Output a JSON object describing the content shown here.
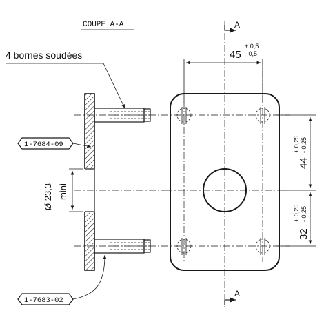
{
  "section_title": "COUPE A-A",
  "section_marker": "A",
  "terminals_label": "4 bornes soudées",
  "ref_top": "1-7684-09",
  "ref_bottom": "1-7683-02",
  "dim_width": {
    "value": "45",
    "tol_plus": "+ 0,5",
    "tol_minus": "- 0,5"
  },
  "dim_upper": {
    "value": "44",
    "tol_plus": "+ 0,25",
    "tol_minus": "- 0,25"
  },
  "dim_lower": {
    "value": "32",
    "tol_plus": "+ 0,25",
    "tol_minus": "- 0,25"
  },
  "dim_diameter": {
    "value": "Ø 23,3",
    "note": "mini"
  }
}
